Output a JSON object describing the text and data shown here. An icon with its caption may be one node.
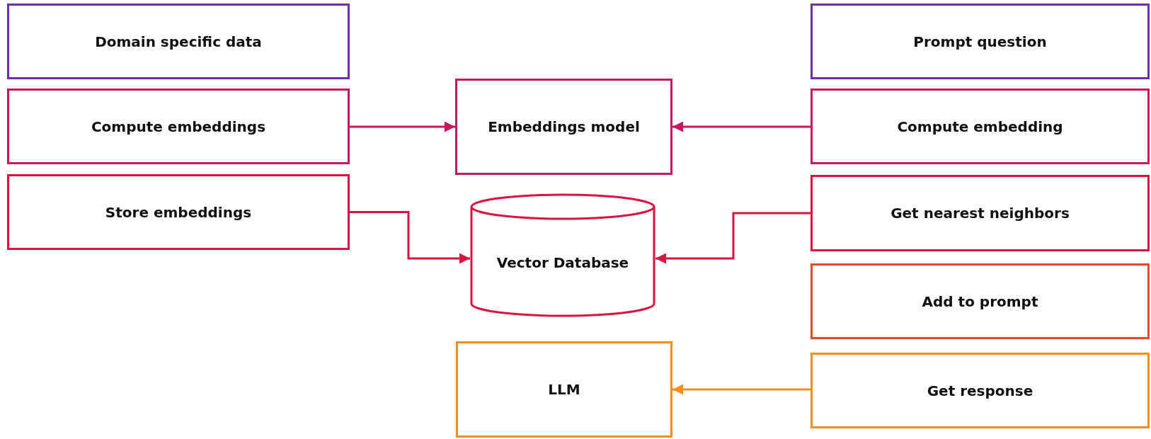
{
  "diagram": {
    "nodes": [
      {
        "text": [
          "Domain specific data"
        ]
      },
      {
        "text": [
          "Compute embeddings"
        ]
      },
      {
        "text": [
          "Store embeddings"
        ]
      },
      {
        "text": [
          "Embeddings model"
        ]
      },
      {
        "text": [
          "Vector Database"
        ]
      },
      {
        "text": [
          "LLM"
        ]
      },
      {
        "text": [
          "Prompt question"
        ]
      },
      {
        "text": [
          "Compute embedding"
        ]
      },
      {
        "text": [
          "Get nearest neighbors"
        ]
      },
      {
        "text": [
          "Add to prompt"
        ]
      },
      {
        "text": [
          "Get response"
        ]
      }
    ],
    "edges": [
      {
        "from": 1,
        "to": 3,
        "arrow": "to",
        "color": "#c8175d"
      },
      {
        "from": 7,
        "to": 3,
        "arrow": "to",
        "color": "#c8175d"
      },
      {
        "from": 2,
        "to": 4,
        "arrow": "to",
        "color": "#d8143f"
      },
      {
        "from": 8,
        "to": 4,
        "arrow": "to",
        "color": "#d8143f"
      },
      {
        "from": 10,
        "to": 5,
        "arrow": "to",
        "color": "#f0901e"
      }
    ]
  }
}
